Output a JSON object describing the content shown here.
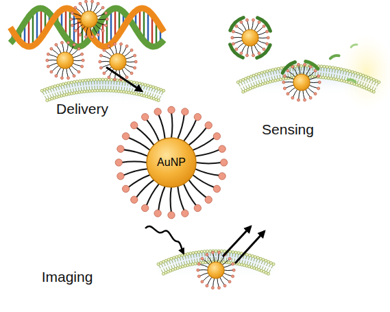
{
  "diagram": {
    "nodes": [
      {
        "text": [
          "AuNP"
        ]
      }
    ],
    "labels": [
      "Delivery",
      "Sensing",
      "Imaging"
    ]
  }
}
